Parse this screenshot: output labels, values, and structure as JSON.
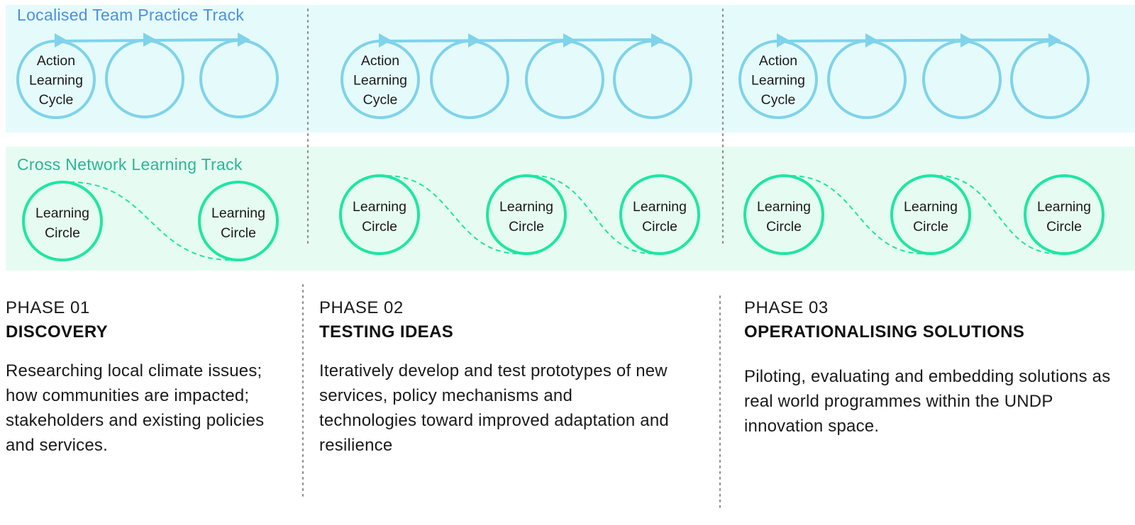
{
  "tracks": {
    "team": {
      "label": "Localised Team Practice Track",
      "circle_label_lines": [
        "Action",
        "Learning",
        "Cycle"
      ],
      "color": "#7fd3ea"
    },
    "cross": {
      "label": "Cross Network Learning Track",
      "circle_label_lines": [
        "Learning",
        "Circle"
      ],
      "color": "#1ee6a4"
    }
  },
  "phases": [
    {
      "number": "PHASE 01",
      "title": "DISCOVERY",
      "description": "Researching local climate issues; how communities are impacted; stakeholders and existing policies and services."
    },
    {
      "number": "PHASE 02",
      "title": "TESTING IDEAS",
      "description": "Iteratively develop and test prototypes of new services, policy mechanisms and technologies toward improved adaptation and resilience"
    },
    {
      "number": "PHASE 03",
      "title": "OPERATIONALISING SOLUTIONS",
      "description": "Piloting, evaluating and embedding solutions as real world programmes within the UNDP innovation space."
    }
  ],
  "colors": {
    "team_band_bg": "#e5fbfb",
    "cross_band_bg": "#e6fcf2",
    "divider": "#888888"
  }
}
